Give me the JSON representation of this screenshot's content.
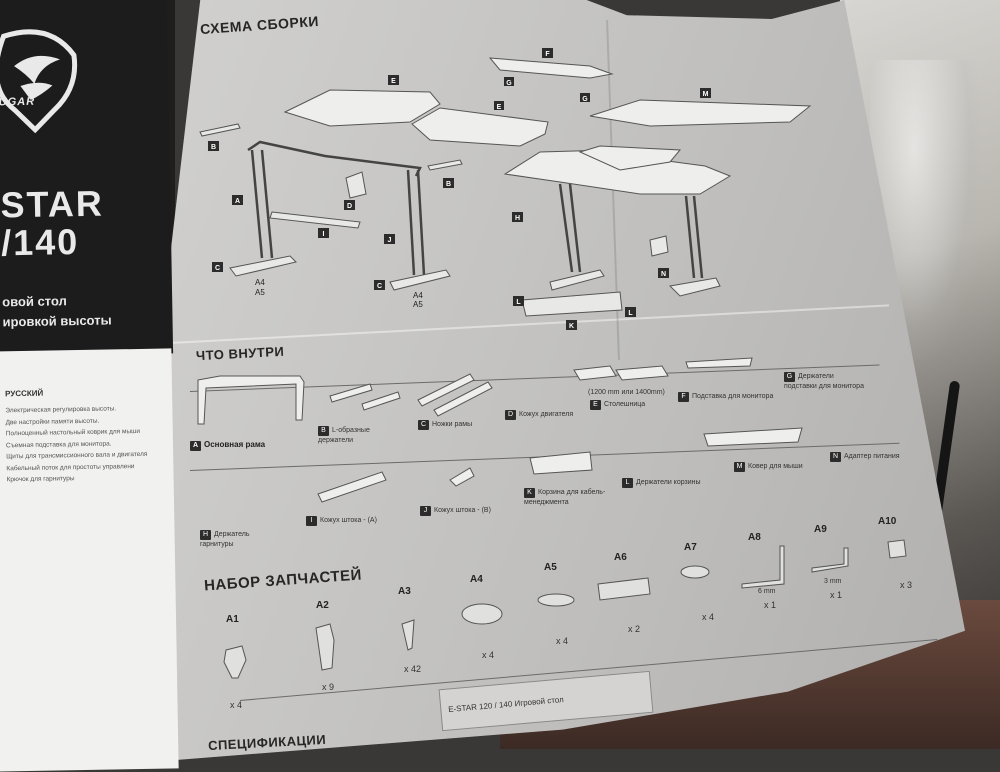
{
  "brand": {
    "logo_text": "UGAR",
    "model_line1": "STAR",
    "model_line2": "/140",
    "desc_line1": "овой стол",
    "desc_line2": "ировкой высоты"
  },
  "manual": {
    "language": "РУССКИЙ",
    "features": [
      "Электрическая регулировка высоты.",
      "Две настройки памяти высоты.",
      "Полноценный настольный коврик для мыши",
      "Съемная подставка для монитора.",
      "Щиты для трансмиссионного вала и двигателя",
      "Кабельный поток для простоты управлени",
      "Крючок для гарнитуры"
    ]
  },
  "sections": {
    "assembly": "СХЕМА СБОРКИ",
    "contents": "ЧТО ВНУТРИ",
    "spare_parts": "НАБОР ЗАПЧАСТЕЙ",
    "specs": "СПЕЦИФИКАЦИИ"
  },
  "assembly_labels": {
    "E1": "E",
    "F": "F",
    "G1": "G",
    "G2": "G",
    "E2": "E",
    "M": "M",
    "B1": "B",
    "A": "A",
    "D": "D",
    "B2": "B",
    "H": "H",
    "I": "I",
    "J": "J",
    "C1": "C",
    "C2": "C",
    "A4a": "A4",
    "A5a": "A5",
    "A4b": "A4",
    "A5b": "A5",
    "N": "N",
    "L1": "L",
    "K": "K",
    "L2": "L"
  },
  "contents": [
    {
      "code": "A",
      "label": "Основная рама"
    },
    {
      "code": "B",
      "label": "L-образные держатели"
    },
    {
      "code": "C",
      "label": "Ножки рамы"
    },
    {
      "code": "D",
      "label": "Кожух двигателя"
    },
    {
      "code": "E",
      "label": "Столешница",
      "note": "(1200 mm или 1400mm)"
    },
    {
      "code": "F",
      "label": "Подставка для монитора"
    },
    {
      "code": "G",
      "label": "Держатели подставки для монитора"
    },
    {
      "code": "H",
      "label": "Держатель гарнитуры"
    },
    {
      "code": "I",
      "label": "Кожух штока - (A)"
    },
    {
      "code": "J",
      "label": "Кожух штока - (B)"
    },
    {
      "code": "K",
      "label": "Корзина для кабель-менеджмента"
    },
    {
      "code": "L",
      "label": "Держатели корзины"
    },
    {
      "code": "M",
      "label": "Ковер для мыши"
    },
    {
      "code": "N",
      "label": "Адаптер питания"
    }
  ],
  "spare_parts": [
    {
      "code": "A1",
      "qty": "x 4"
    },
    {
      "code": "A2",
      "qty": "x 9"
    },
    {
      "code": "A3",
      "qty": "x 42"
    },
    {
      "code": "A4",
      "qty": "x 4"
    },
    {
      "code": "A5",
      "qty": "x 4"
    },
    {
      "code": "A6",
      "qty": "x 2"
    },
    {
      "code": "A7",
      "qty": "x 4"
    },
    {
      "code": "A8",
      "qty": "x 1",
      "size": "6 mm"
    },
    {
      "code": "A9",
      "qty": "x 1",
      "size": "3 mm"
    },
    {
      "code": "A10",
      "qty": "x 3"
    }
  ],
  "spec_text": "E-STAR 120 / 140 Игровой стол"
}
